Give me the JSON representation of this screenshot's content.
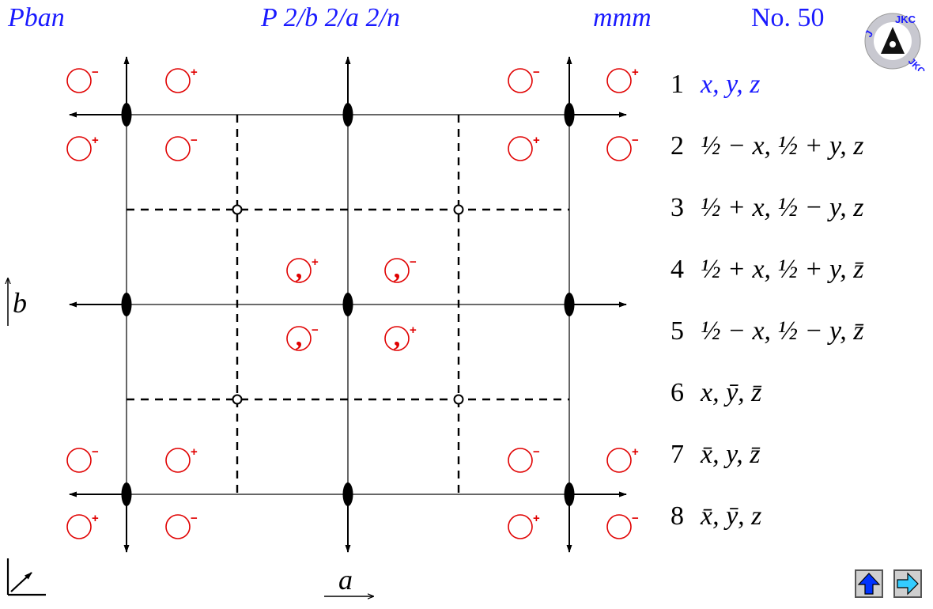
{
  "header": {
    "short_symbol": "Pban",
    "full_symbol": "P 2/b 2/a 2/n",
    "point_group": "mmm",
    "number_label": "No. 50"
  },
  "logo": {
    "text": "JKC"
  },
  "axes": {
    "a_label": "a",
    "b_label": "b"
  },
  "operations": [
    {
      "n": "1",
      "expr": "x, y, z"
    },
    {
      "n": "2",
      "expr": "½ − x, ½ + y, z"
    },
    {
      "n": "3",
      "expr": "½ + x, ½ − y, z"
    },
    {
      "n": "4",
      "expr": "½ + x, ½ + y, z̄"
    },
    {
      "n": "5",
      "expr": "½ − x, ½ − y, z̄"
    },
    {
      "n": "6",
      "expr": "x, ȳ, z̄"
    },
    {
      "n": "7",
      "expr": "x̄, y, z̄"
    },
    {
      "n": "8",
      "expr": "x̄, ȳ, z"
    }
  ],
  "symbols": {
    "plus": "+",
    "minus": "−",
    "comma": ","
  },
  "colors": {
    "title": "#1a1aff",
    "positions": "#e00000",
    "lines": "#000000",
    "nav_up": "#0033ff",
    "nav_next": "#33ccff"
  },
  "icons": {
    "up": "up-arrow-icon",
    "next": "right-arrow-icon"
  }
}
